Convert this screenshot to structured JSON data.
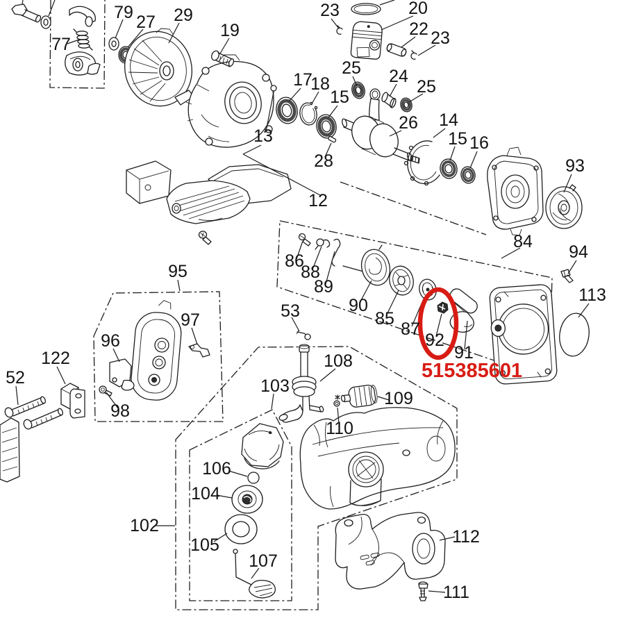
{
  "diagram": {
    "title": "engine-exploded-parts-diagram",
    "line_color": "#1c1c1c",
    "highlight": {
      "circled_part": "92",
      "part_number": "515385601",
      "color": "#d81c14"
    },
    "labels": [
      {
        "text": "79"
      },
      {
        "text": "27"
      },
      {
        "text": "29"
      },
      {
        "text": "77"
      },
      {
        "text": "19"
      },
      {
        "text": "23"
      },
      {
        "text": "20"
      },
      {
        "text": "22"
      },
      {
        "text": "23"
      },
      {
        "text": "25"
      },
      {
        "text": "24"
      },
      {
        "text": "25"
      },
      {
        "text": "17"
      },
      {
        "text": "18"
      },
      {
        "text": "15"
      },
      {
        "text": "26"
      },
      {
        "text": "28"
      },
      {
        "text": "13"
      },
      {
        "text": "12"
      },
      {
        "text": "14"
      },
      {
        "text": "15"
      },
      {
        "text": "16"
      },
      {
        "text": "93"
      },
      {
        "text": "84"
      },
      {
        "text": "94"
      },
      {
        "text": "113"
      },
      {
        "text": "86"
      },
      {
        "text": "88"
      },
      {
        "text": "89"
      },
      {
        "text": "90"
      },
      {
        "text": "85"
      },
      {
        "text": "87"
      },
      {
        "text": "92"
      },
      {
        "text": "91"
      },
      {
        "text": "53"
      },
      {
        "text": "95"
      },
      {
        "text": "97"
      },
      {
        "text": "96"
      },
      {
        "text": "98"
      },
      {
        "text": "122"
      },
      {
        "text": "52"
      },
      {
        "text": "108"
      },
      {
        "text": "103"
      },
      {
        "text": "109"
      },
      {
        "text": "110"
      },
      {
        "text": "106"
      },
      {
        "text": "104"
      },
      {
        "text": "105"
      },
      {
        "text": "107"
      },
      {
        "text": "102"
      },
      {
        "text": "112"
      },
      {
        "text": "111"
      }
    ]
  }
}
